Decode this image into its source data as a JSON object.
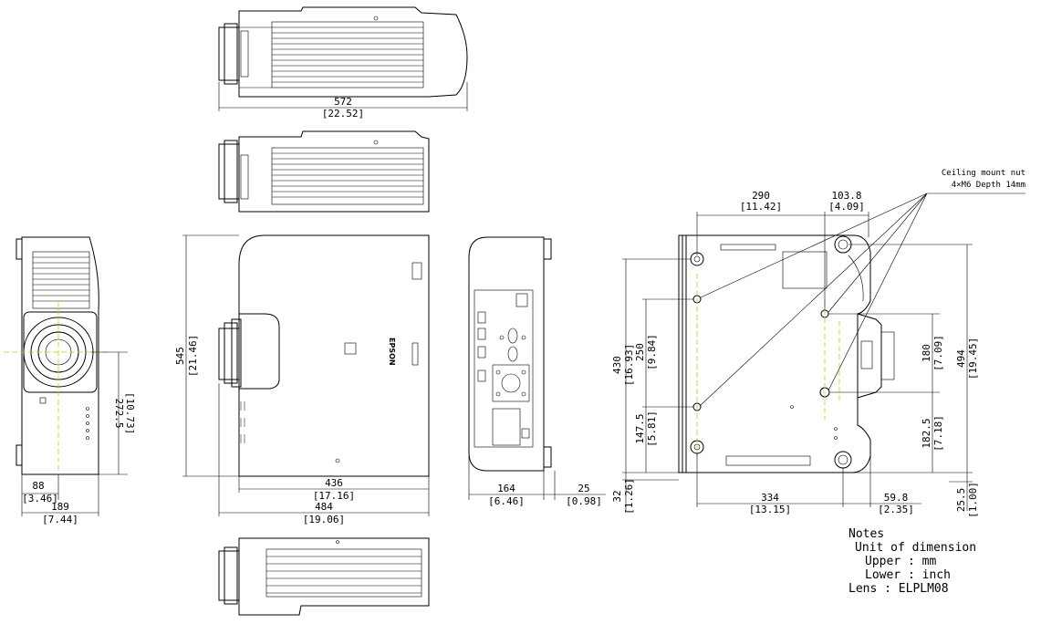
{
  "dims": {
    "top_width_mm": "572",
    "top_width_in": "[22.52]",
    "front_w88_mm": "88",
    "front_w88_in": "[3.46]",
    "front_w189_mm": "189",
    "front_w189_in": "[7.44]",
    "front_h272_mm": "272.5",
    "front_h272_in": "[10.73]",
    "main_h545_mm": "545",
    "main_h545_in": "[21.46]",
    "main_w436_mm": "436",
    "main_w436_in": "[17.16]",
    "main_w484_mm": "484",
    "main_w484_in": "[19.06]",
    "side_w164_mm": "164",
    "side_w164_in": "[6.46]",
    "side_w25_mm": "25",
    "side_w25_in": "[0.98]",
    "bot_w290_mm": "290",
    "bot_w290_in": "[11.42]",
    "bot_w103_mm": "103.8",
    "bot_w103_in": "[4.09]",
    "bot_h430_mm": "430",
    "bot_h430_in": "[16.93]",
    "bot_h250_mm": "250",
    "bot_h250_in": "[9.84]",
    "bot_h147_mm": "147.5",
    "bot_h147_in": "[5.81]",
    "bot_h32_mm": "32",
    "bot_h32_in": "[1.26]",
    "bot_h180_mm": "180",
    "bot_h180_in": "[7.09]",
    "bot_h182_mm": "182.5",
    "bot_h182_in": "[7.18]",
    "bot_h494_mm": "494",
    "bot_h494_in": "[19.45]",
    "bot_h25_mm": "25.5",
    "bot_h25_in": "[1.00]",
    "bot_w334_mm": "334",
    "bot_w334_in": "[13.15]",
    "bot_w59_mm": "59.8",
    "bot_w59_in": "[2.35]"
  },
  "callout": {
    "line1": "Ceiling mount nut",
    "line2": "4×M6 Depth 14mm"
  },
  "logo": "EPSON",
  "notes": {
    "title": "Notes",
    "unit": "Unit of dimension",
    "upper": "Upper : mm",
    "lower": "Lower : inch",
    "lens": "Lens : ELPLM08"
  }
}
